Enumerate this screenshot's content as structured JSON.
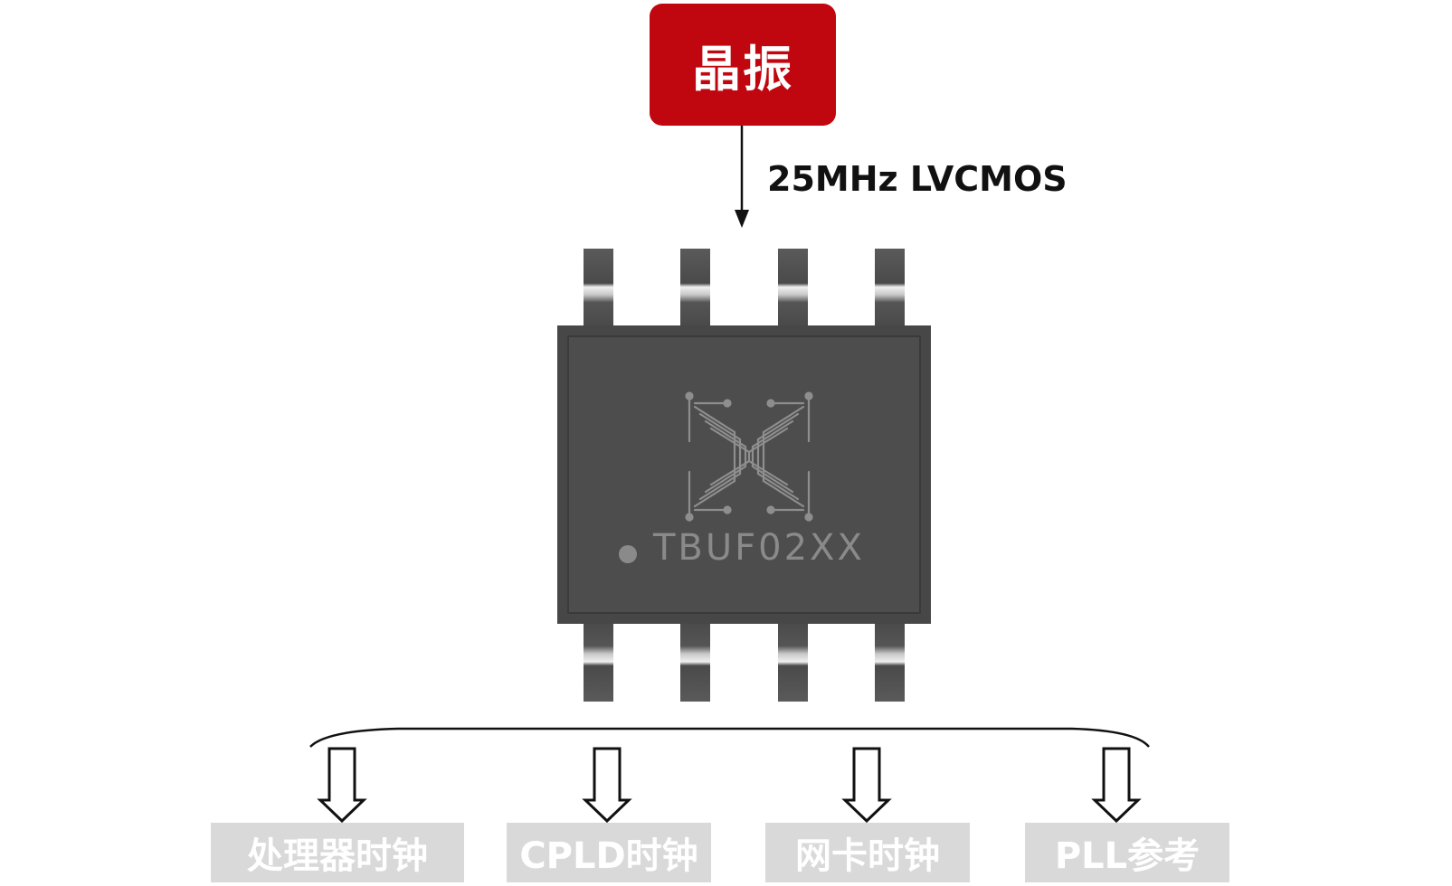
{
  "oscillator": {
    "label": "晶振",
    "fill_color": "#c0070f"
  },
  "signal": {
    "label": "25MHz LVCMOS"
  },
  "chip": {
    "marking": "TBUF02XX",
    "logo": "x-circuit-logo",
    "body_color": "#4a4a4a"
  },
  "outputs": [
    {
      "label": "处理器时钟"
    },
    {
      "label": "CPLD时钟"
    },
    {
      "label": "网卡时钟"
    },
    {
      "label": "PLL参考"
    }
  ]
}
